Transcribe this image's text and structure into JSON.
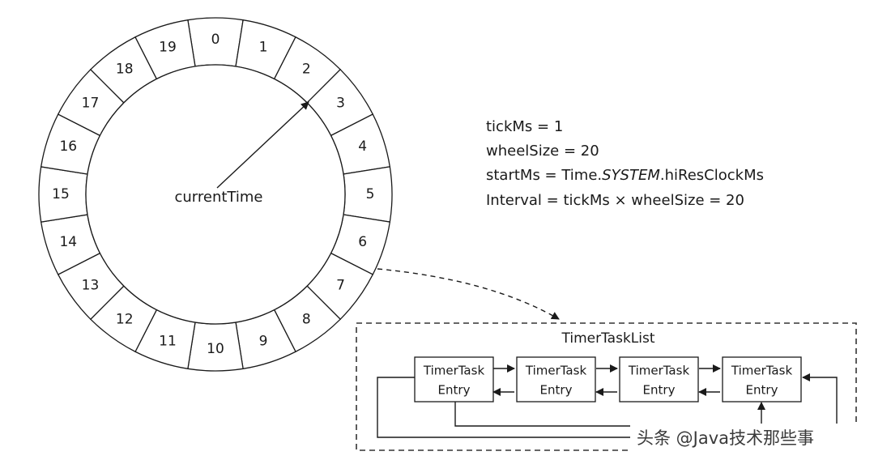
{
  "wheel": {
    "slots": [
      "0",
      "1",
      "2",
      "3",
      "4",
      "5",
      "6",
      "7",
      "8",
      "9",
      "10",
      "11",
      "12",
      "13",
      "14",
      "15",
      "16",
      "17",
      "18",
      "19"
    ],
    "pointer_slot": 2,
    "linked_slot": 6,
    "hub_label": "currentTime"
  },
  "parameters": {
    "tick_ms": "tickMs = 1",
    "wheel_size": "wheelSize = 20",
    "start_ms_prefix": "startMs = Time.",
    "start_ms_italic": "SYSTEM",
    "start_ms_suffix": ".hiResClockMs",
    "interval_prefix": "Interval = tickMs ",
    "interval_times": "×",
    "interval_suffix": " wheelSize = 20"
  },
  "task_list": {
    "title": "TimerTaskList",
    "entries": [
      {
        "line1": "TimerTask",
        "line2": "Entry"
      },
      {
        "line1": "TimerTask",
        "line2": "Entry"
      },
      {
        "line1": "TimerTask",
        "line2": "Entry"
      },
      {
        "line1": "TimerTask",
        "line2": "Entry"
      }
    ]
  },
  "watermark": "头条 @Java技术那些事"
}
